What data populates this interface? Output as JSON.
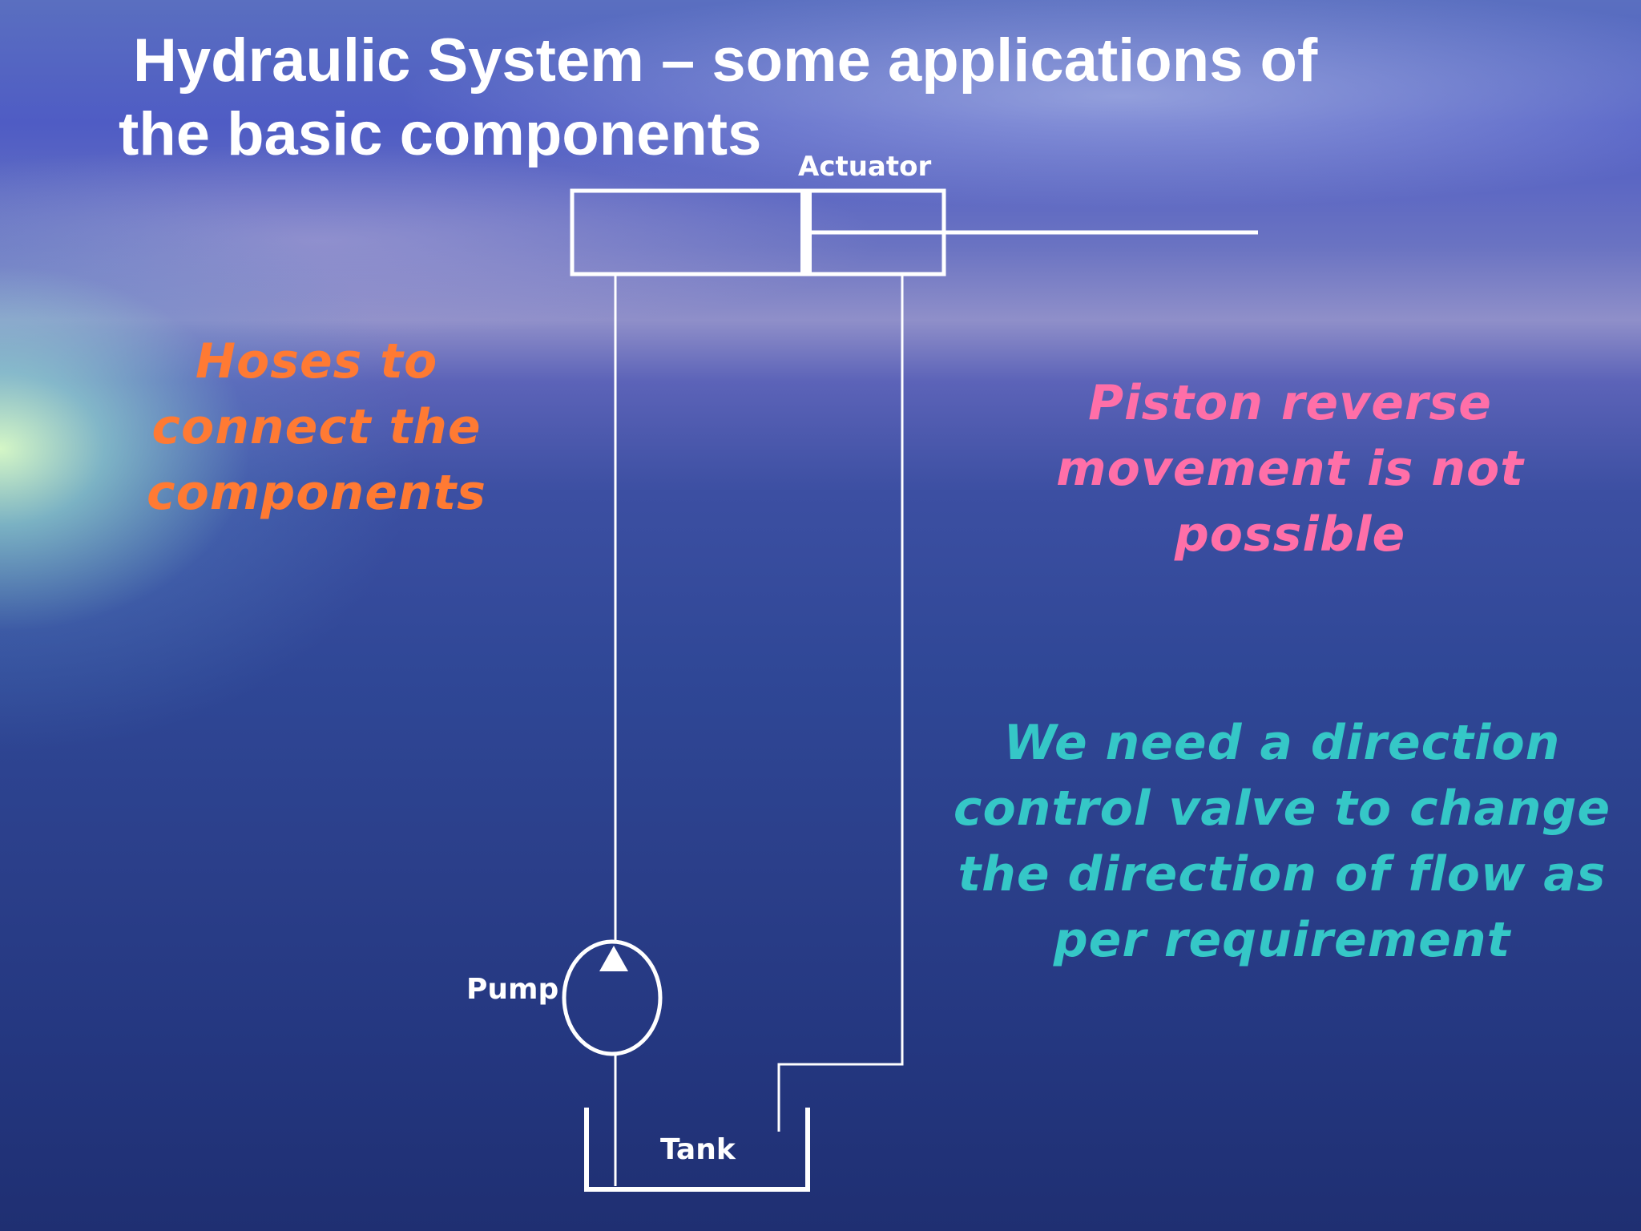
{
  "slide": {
    "title": "Hydraulic System – some applications of the basic components"
  },
  "diagram": {
    "labels": {
      "actuator": "Actuator",
      "pump": "Pump",
      "tank": "Tank"
    }
  },
  "notes": {
    "hoses": "Hoses to connect the components",
    "piston": "Piston reverse movement is not possible",
    "valve": "We need a direction control valve to change the direction of flow as per requirement"
  },
  "colors": {
    "line": "#ffffff",
    "hoses_note": "#ff7a33",
    "piston_note": "#ff6fa8",
    "valve_note": "#35c7c7"
  }
}
